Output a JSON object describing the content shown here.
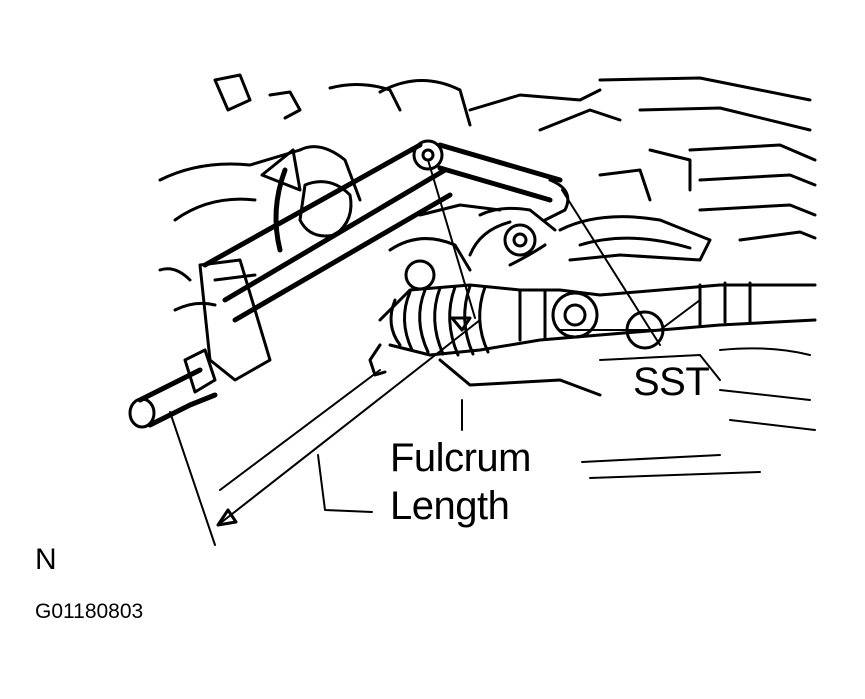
{
  "labels": {
    "sst": "SST",
    "fulcrum_line1": "Fulcrum",
    "fulcrum_line2": "Length",
    "direction": "N",
    "figure_code": "G01180803"
  },
  "colors": {
    "ink": "#000000",
    "paper": "#ffffff"
  }
}
